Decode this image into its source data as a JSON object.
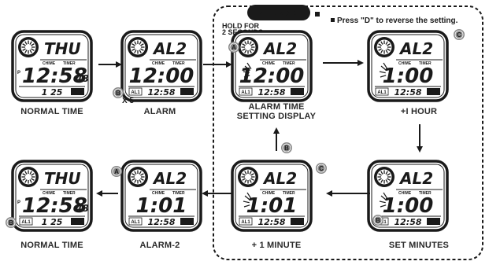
{
  "section_title": "ALARM-2",
  "hold_note": "HOLD FOR\n2 SECONDS",
  "reverse_note": "Press \"D\" to reverse the setting.",
  "repeat_note": "X 5",
  "chime_label": "CHIME",
  "timer_label": "TIMER",
  "screens": [
    {
      "id": "normal-time-1",
      "top": "THU",
      "main": "12:58",
      "secs": "48",
      "pm": "P",
      "sub_left": "",
      "sub_right": "1 25",
      "badge": "AL2",
      "caption": "NORMAL TIME",
      "rays": false,
      "ring": true
    },
    {
      "id": "alarm",
      "top": "AL2",
      "main": "12:00",
      "secs": "",
      "pm": "",
      "sub_left": "AL1",
      "sub_right": "12:58",
      "badge": "AL2",
      "caption": "ALARM",
      "rays": false,
      "ring": true
    },
    {
      "id": "alarm-time-setting",
      "top": "AL2",
      "main": "12:00",
      "secs": "",
      "pm": "",
      "sub_left": "AL1",
      "sub_right": "12:58",
      "badge": "AL2",
      "caption": "ALARM TIME\nSETTING DISPLAY",
      "rays": true,
      "ring": true
    },
    {
      "id": "plus-1-hour",
      "top": "AL2",
      "main": "1:00",
      "secs": "",
      "pm": "",
      "sub_left": "AL1",
      "sub_right": "12:58",
      "badge": "AL2",
      "caption": "+I HOUR",
      "rays": true,
      "ring": true
    },
    {
      "id": "set-minutes",
      "top": "AL2",
      "main": "1:00",
      "secs": "",
      "pm": "",
      "sub_left": "AL1",
      "sub_right": "12:58",
      "badge": "AL2",
      "caption": "SET MINUTES",
      "rays": true,
      "ring": true
    },
    {
      "id": "plus-1-minute",
      "top": "AL2",
      "main": "1:01",
      "secs": "",
      "pm": "",
      "sub_left": "AL1",
      "sub_right": "12:58",
      "badge": "AL2",
      "caption": "+ 1 MINUTE",
      "rays": true,
      "ring": true
    },
    {
      "id": "alarm-2",
      "top": "AL2",
      "main": "1:01",
      "secs": "",
      "pm": "",
      "sub_left": "AL1",
      "sub_right": "12:58",
      "badge": "AL2",
      "caption": "ALARM-2",
      "rays": false,
      "ring": true
    },
    {
      "id": "normal-time-2",
      "top": "THU",
      "main": "12:58",
      "secs": "48",
      "pm": "P",
      "sub_left": "AL1",
      "sub_right": "1 25",
      "badge": "AL2",
      "caption": "NORMAL TIME",
      "rays": false,
      "ring": true
    }
  ],
  "buttons": [
    {
      "id": "b-alarm",
      "letter": "B"
    },
    {
      "id": "a-setting",
      "letter": "A"
    },
    {
      "id": "c-hour",
      "letter": "C"
    },
    {
      "id": "b-set-min",
      "letter": "B"
    },
    {
      "id": "b-up",
      "letter": "B"
    },
    {
      "id": "c-minute",
      "letter": "C"
    },
    {
      "id": "a-exit",
      "letter": "A"
    },
    {
      "id": "b-normal",
      "letter": "B"
    }
  ],
  "colors": {
    "ink": "#1a1a1a",
    "button_grey": "#8a8a8a",
    "label": "#2a2a2a",
    "section_bg": "#1a1a1a"
  }
}
